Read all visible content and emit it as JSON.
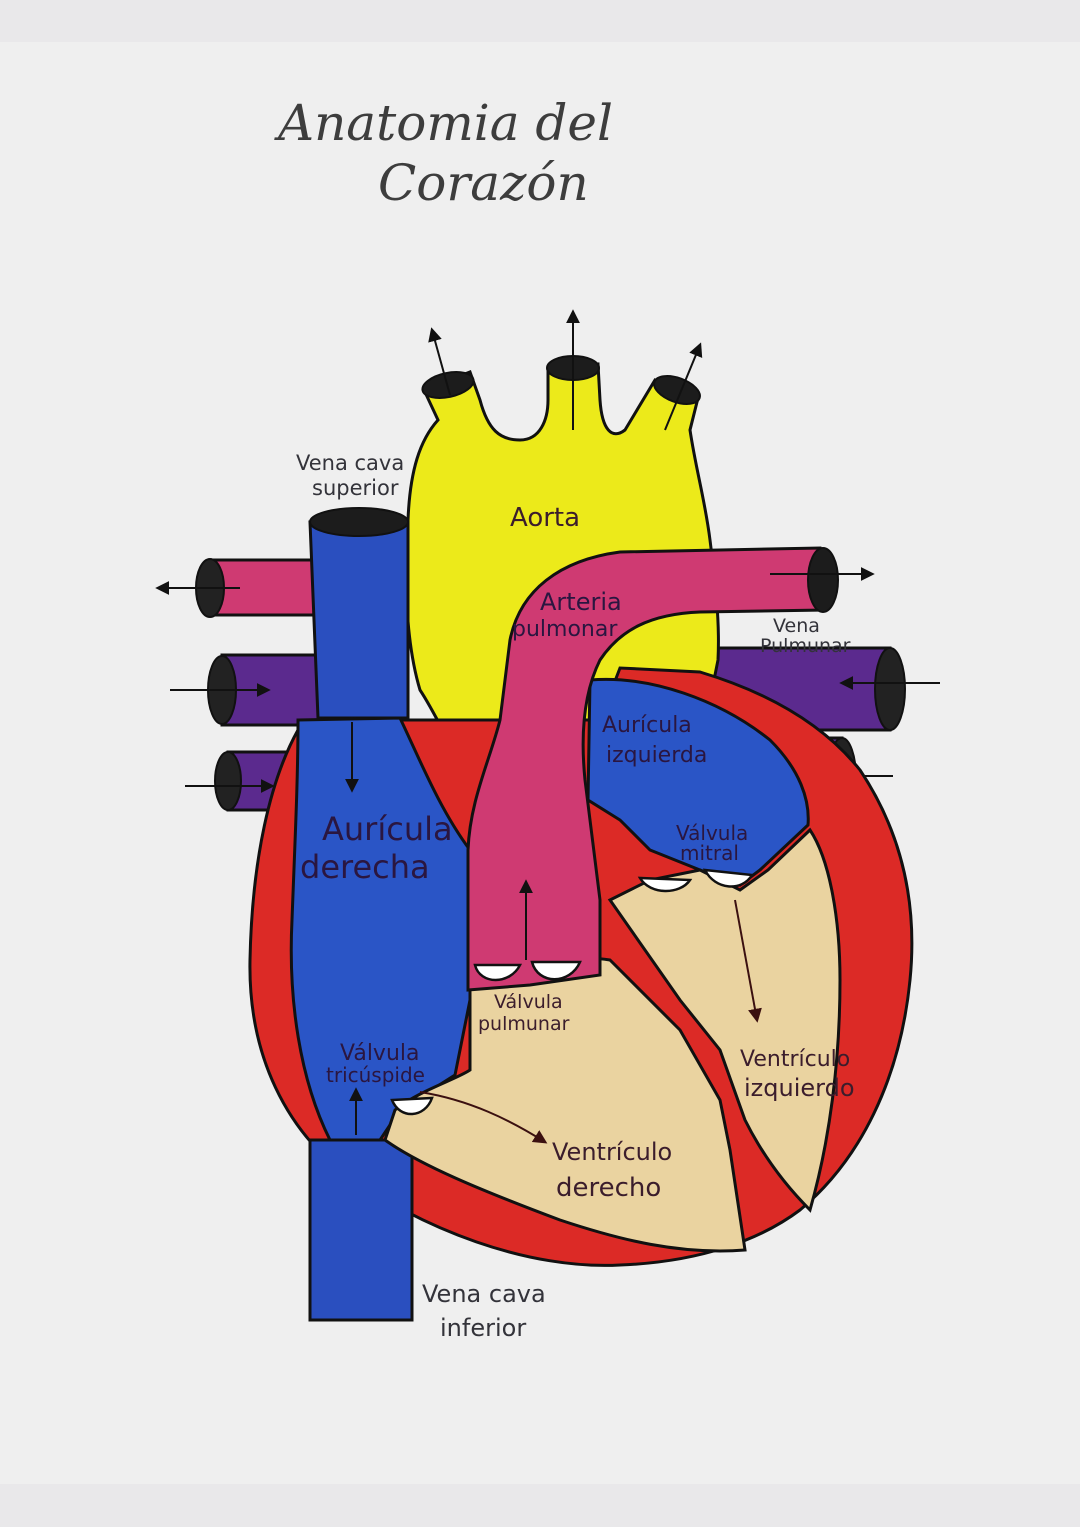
{
  "title": {
    "line1": "Anatomia del",
    "line2": "Corazón"
  },
  "labels": {
    "vena_cava_superior_1": "Vena cava",
    "vena_cava_superior_2": "superior",
    "aorta": "Aorta",
    "arteria_pulmonar_1": "Arteria",
    "arteria_pulmonar_2": "pulmonar",
    "vena_pulmonar_1": "Vena",
    "vena_pulmonar_2": "Pulmunar",
    "auricula_izquierda_1": "Aurícula",
    "auricula_izquierda_2": "izquierda",
    "auricula_derecha_1": "Aurícula",
    "auricula_derecha_2": "derecha",
    "valvula_mitral_1": "Válvula",
    "valvula_mitral_2": "mitral",
    "valvula_pulmonar_1": "Válvula",
    "valvula_pulmonar_2": "pulmunar",
    "valvula_tricuspide_1": "Válvula",
    "valvula_tricuspide_2": "tricúspide",
    "ventriculo_izquierdo_1": "Ventrículo",
    "ventriculo_izquierdo_2": "izquierdo",
    "ventriculo_derecho_1": "Ventrículo",
    "ventriculo_derecho_2": "derecho",
    "vena_cava_inferior_1": "Vena cava",
    "vena_cava_inferior_2": "inferior"
  },
  "colors": {
    "myocardium": "#dc2a26",
    "venous_blue": "#2a4fbf",
    "aorta_yellow": "#ecea1a",
    "pulmonary_artery_pink": "#c8286a",
    "pulmonary_vein_purple": "#5b2a8e",
    "ventricle_tan": "#ead3a0"
  }
}
